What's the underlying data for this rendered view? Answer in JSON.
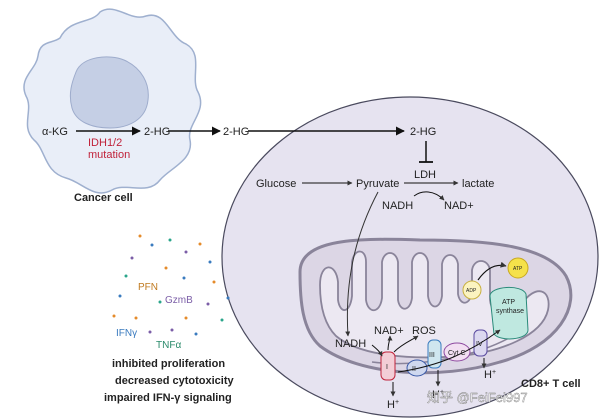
{
  "cancer_cell": {
    "label": "Cancer cell",
    "substrate": "α-KG",
    "enzyme_line1": "IDH1/2",
    "enzyme_line2": "mutation",
    "product": "2-HG"
  },
  "secreted": {
    "label": "2-HG"
  },
  "t_cell": {
    "label": "CD8+ T cell",
    "intracellular_2hg": "2-HG",
    "glucose": "Glucose",
    "pyruvate": "Pyruvate",
    "ldh": "LDH",
    "lactate": "lactate",
    "nadh_top": "NADH",
    "nad_top": "NAD+"
  },
  "mitochondrion": {
    "nadh": "NADH",
    "nad": "NAD+",
    "ros": "ROS",
    "complex_i": "I",
    "complex_ii": "II",
    "complex_iii": "III",
    "cyt_c": "Cyt C",
    "complex_iv": "IV",
    "atp_synthase_line1": "ATP",
    "atp_synthase_line2": "synthase",
    "adp": "ADP",
    "atp": "ATP",
    "proton_1": "H",
    "proton_2": "H",
    "proton_3": "H",
    "proton_sup": "+"
  },
  "cytokines": {
    "pfn": "PFN",
    "gzmb": "GzmB",
    "ifng": "IFNγ",
    "tnfa": "TNFα"
  },
  "effects": {
    "line1": "inhibited proliferation",
    "line2": "decreased cytotoxicity",
    "line3": "impaired IFN-γ signaling"
  },
  "watermark": "知乎 @FeiFei997"
}
